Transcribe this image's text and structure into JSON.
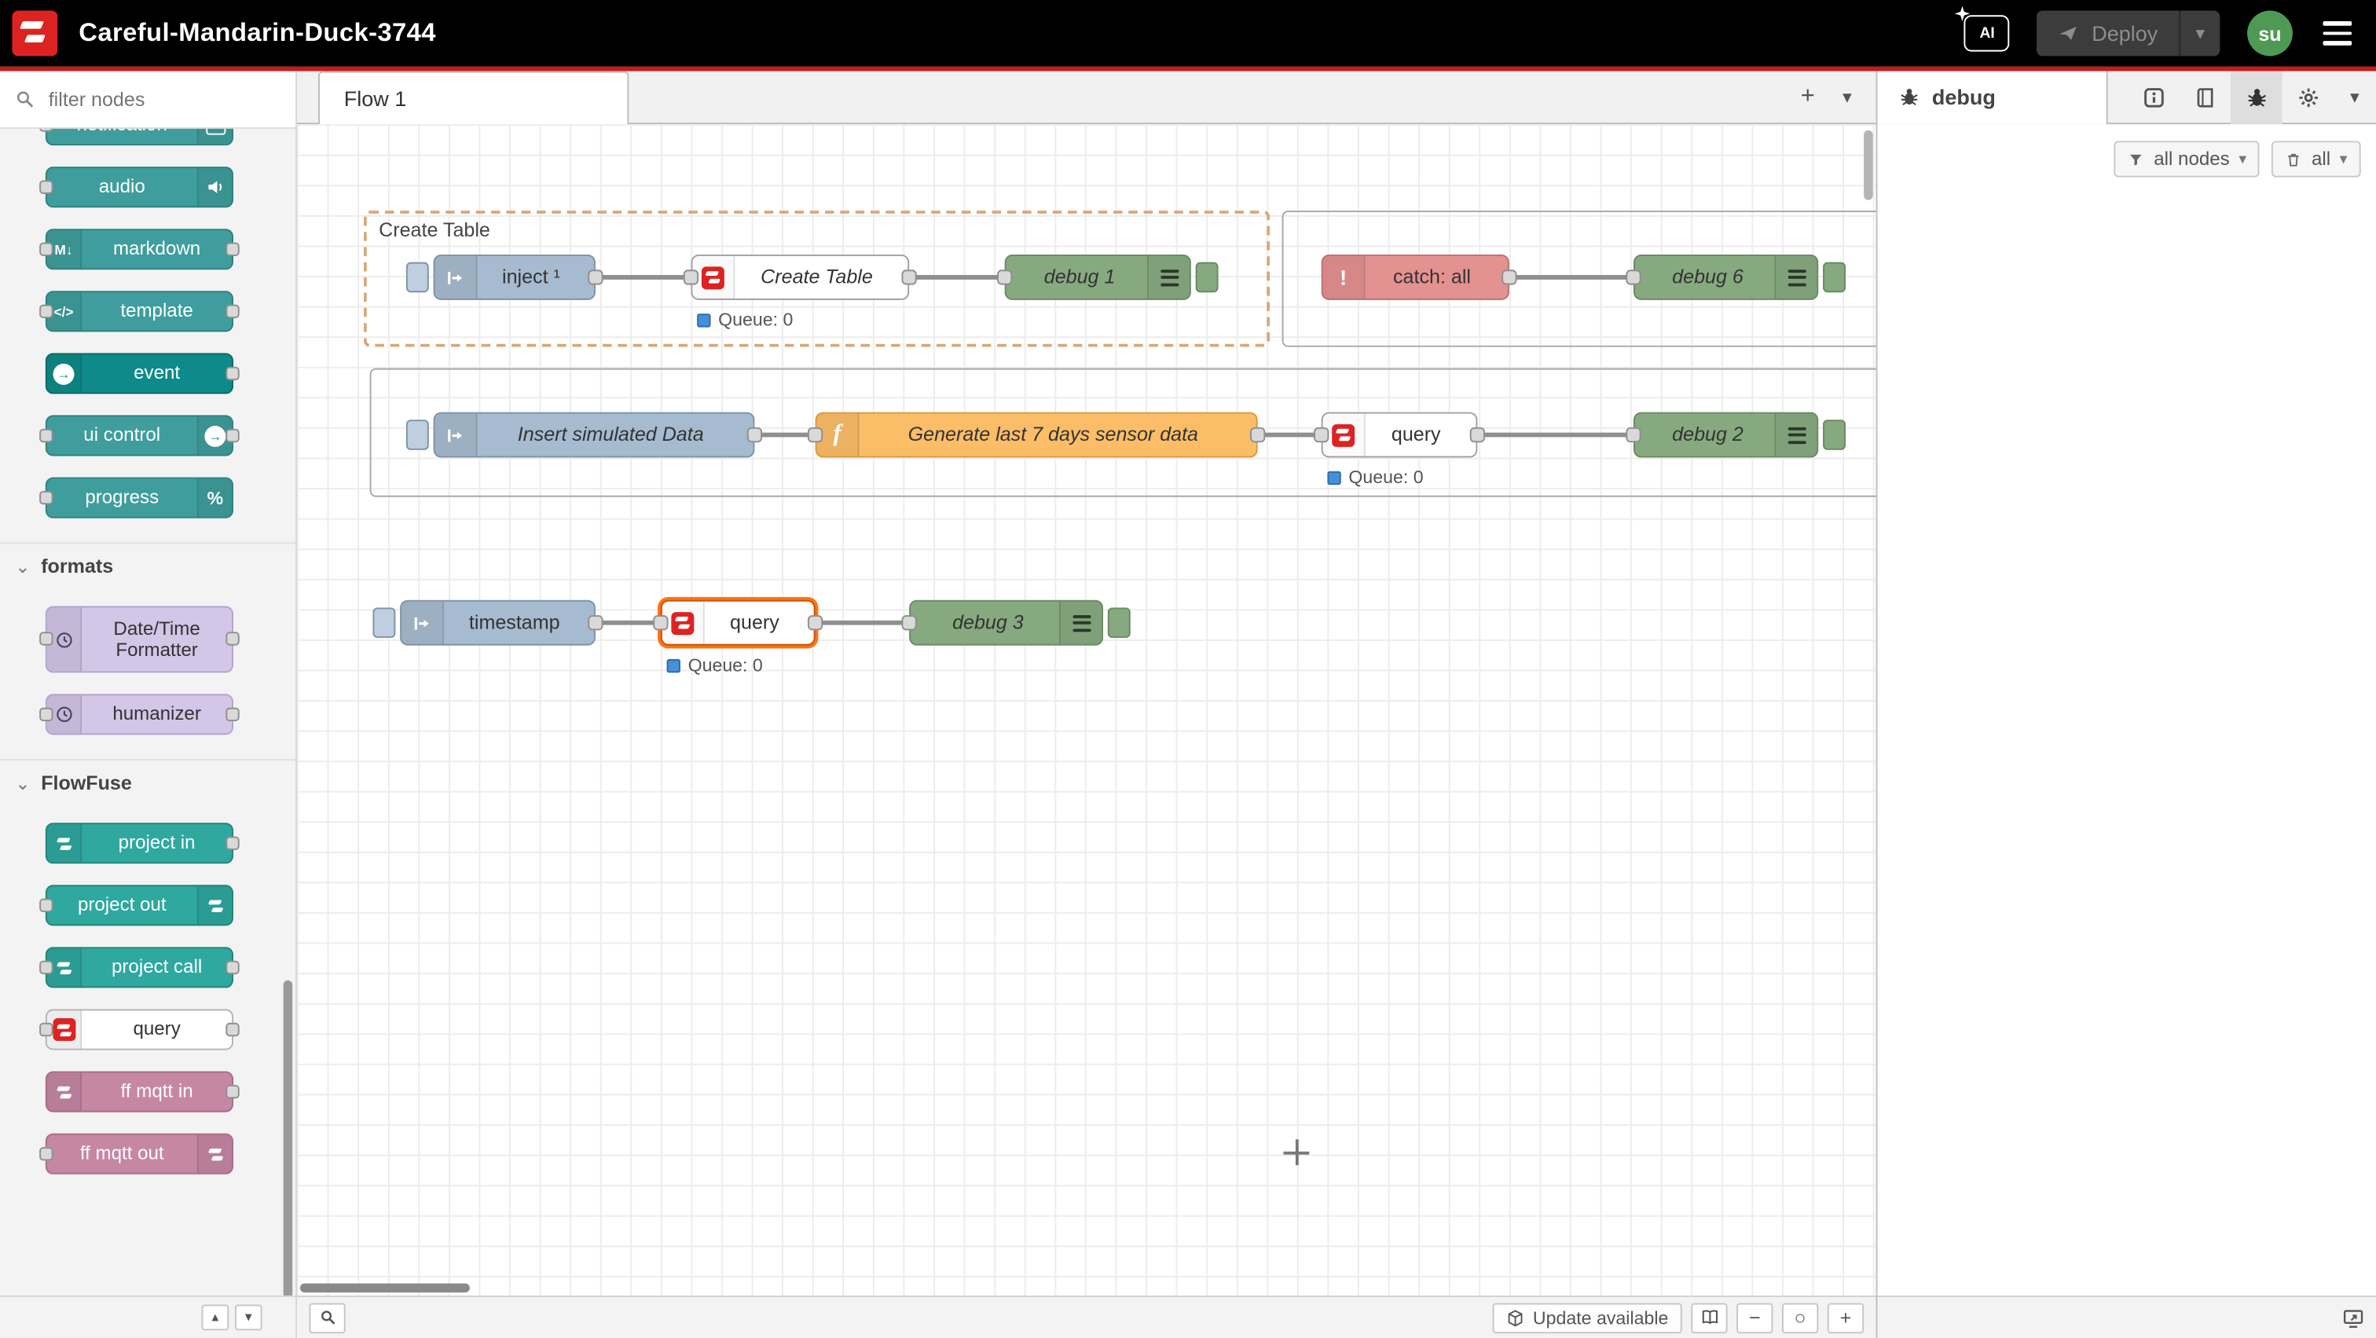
{
  "header": {
    "title": "Careful-Mandarin-Duck-3744",
    "ai_label": "AI",
    "deploy_label": "Deploy",
    "avatar_label": "su"
  },
  "palette": {
    "search_placeholder": "filter nodes",
    "sections": [
      {
        "label": "",
        "items": [
          {
            "label": "notification",
            "glyph": "✓"
          },
          {
            "label": "audio"
          },
          {
            "label": "markdown",
            "glyph": "M↓"
          },
          {
            "label": "template",
            "glyph": "</>"
          },
          {
            "label": "event",
            "glyph": "→"
          },
          {
            "label": "ui control",
            "glyph": "→"
          },
          {
            "label": "progress",
            "glyph": "%"
          }
        ]
      },
      {
        "label": "formats",
        "items": [
          {
            "label": "Date/Time Formatter"
          },
          {
            "label": "humanizer"
          }
        ]
      },
      {
        "label": "FlowFuse",
        "items": [
          {
            "label": "project in"
          },
          {
            "label": "project out"
          },
          {
            "label": "project call"
          },
          {
            "label": "query"
          },
          {
            "label": "ff mqtt in"
          },
          {
            "label": "ff mqtt out"
          }
        ]
      }
    ]
  },
  "tabs": {
    "flow1": "Flow 1"
  },
  "canvas": {
    "groups": [
      {
        "label": "Create Table"
      }
    ],
    "queue_status": "Queue: 0",
    "nodes": [
      {
        "label": "inject ¹"
      },
      {
        "label": "Create Table"
      },
      {
        "label": "debug 1"
      },
      {
        "label": "catch: all",
        "icon_glyph": "!"
      },
      {
        "label": "debug 6"
      },
      {
        "label": "Insert simulated Data"
      },
      {
        "label": "Generate last 7 days sensor data",
        "icon_glyph": "f"
      },
      {
        "label": "query"
      },
      {
        "label": "debug 2"
      },
      {
        "label": "timestamp"
      },
      {
        "label": "query"
      },
      {
        "label": "debug 3"
      }
    ]
  },
  "sidebar": {
    "tab_label": "debug",
    "filter_label": "all nodes",
    "clear_label": "all"
  },
  "footer": {
    "update_label": "Update available"
  },
  "icons": {
    "add_tab": "+",
    "caret": "▾",
    "zoom_out": "−",
    "zoom_reset": "○",
    "zoom_in": "+",
    "collapse_up": "▴",
    "collapse_down": "▾",
    "section_chevron": "⌄"
  },
  "colors": {
    "accent_red": "#c91a1a",
    "header_bg": "#000000",
    "logo_red": "#dd2222",
    "node_teal": "#3f9e9d",
    "node_teal_dark": "#0f8a8a",
    "node_lavender": "#d3c6e7",
    "flowfuse_teal": "#2fa8a0",
    "node_mauve": "#c687a5",
    "inject_blue": "#a6bbcf",
    "function_orange": "#fbbd68",
    "debug_green": "#87a980",
    "catch_red": "#e49191",
    "status_blue": "#4690d9",
    "selection_orange": "#ff7312",
    "group_dash": "#d8a878",
    "avatar_green": "#4e9a54"
  }
}
